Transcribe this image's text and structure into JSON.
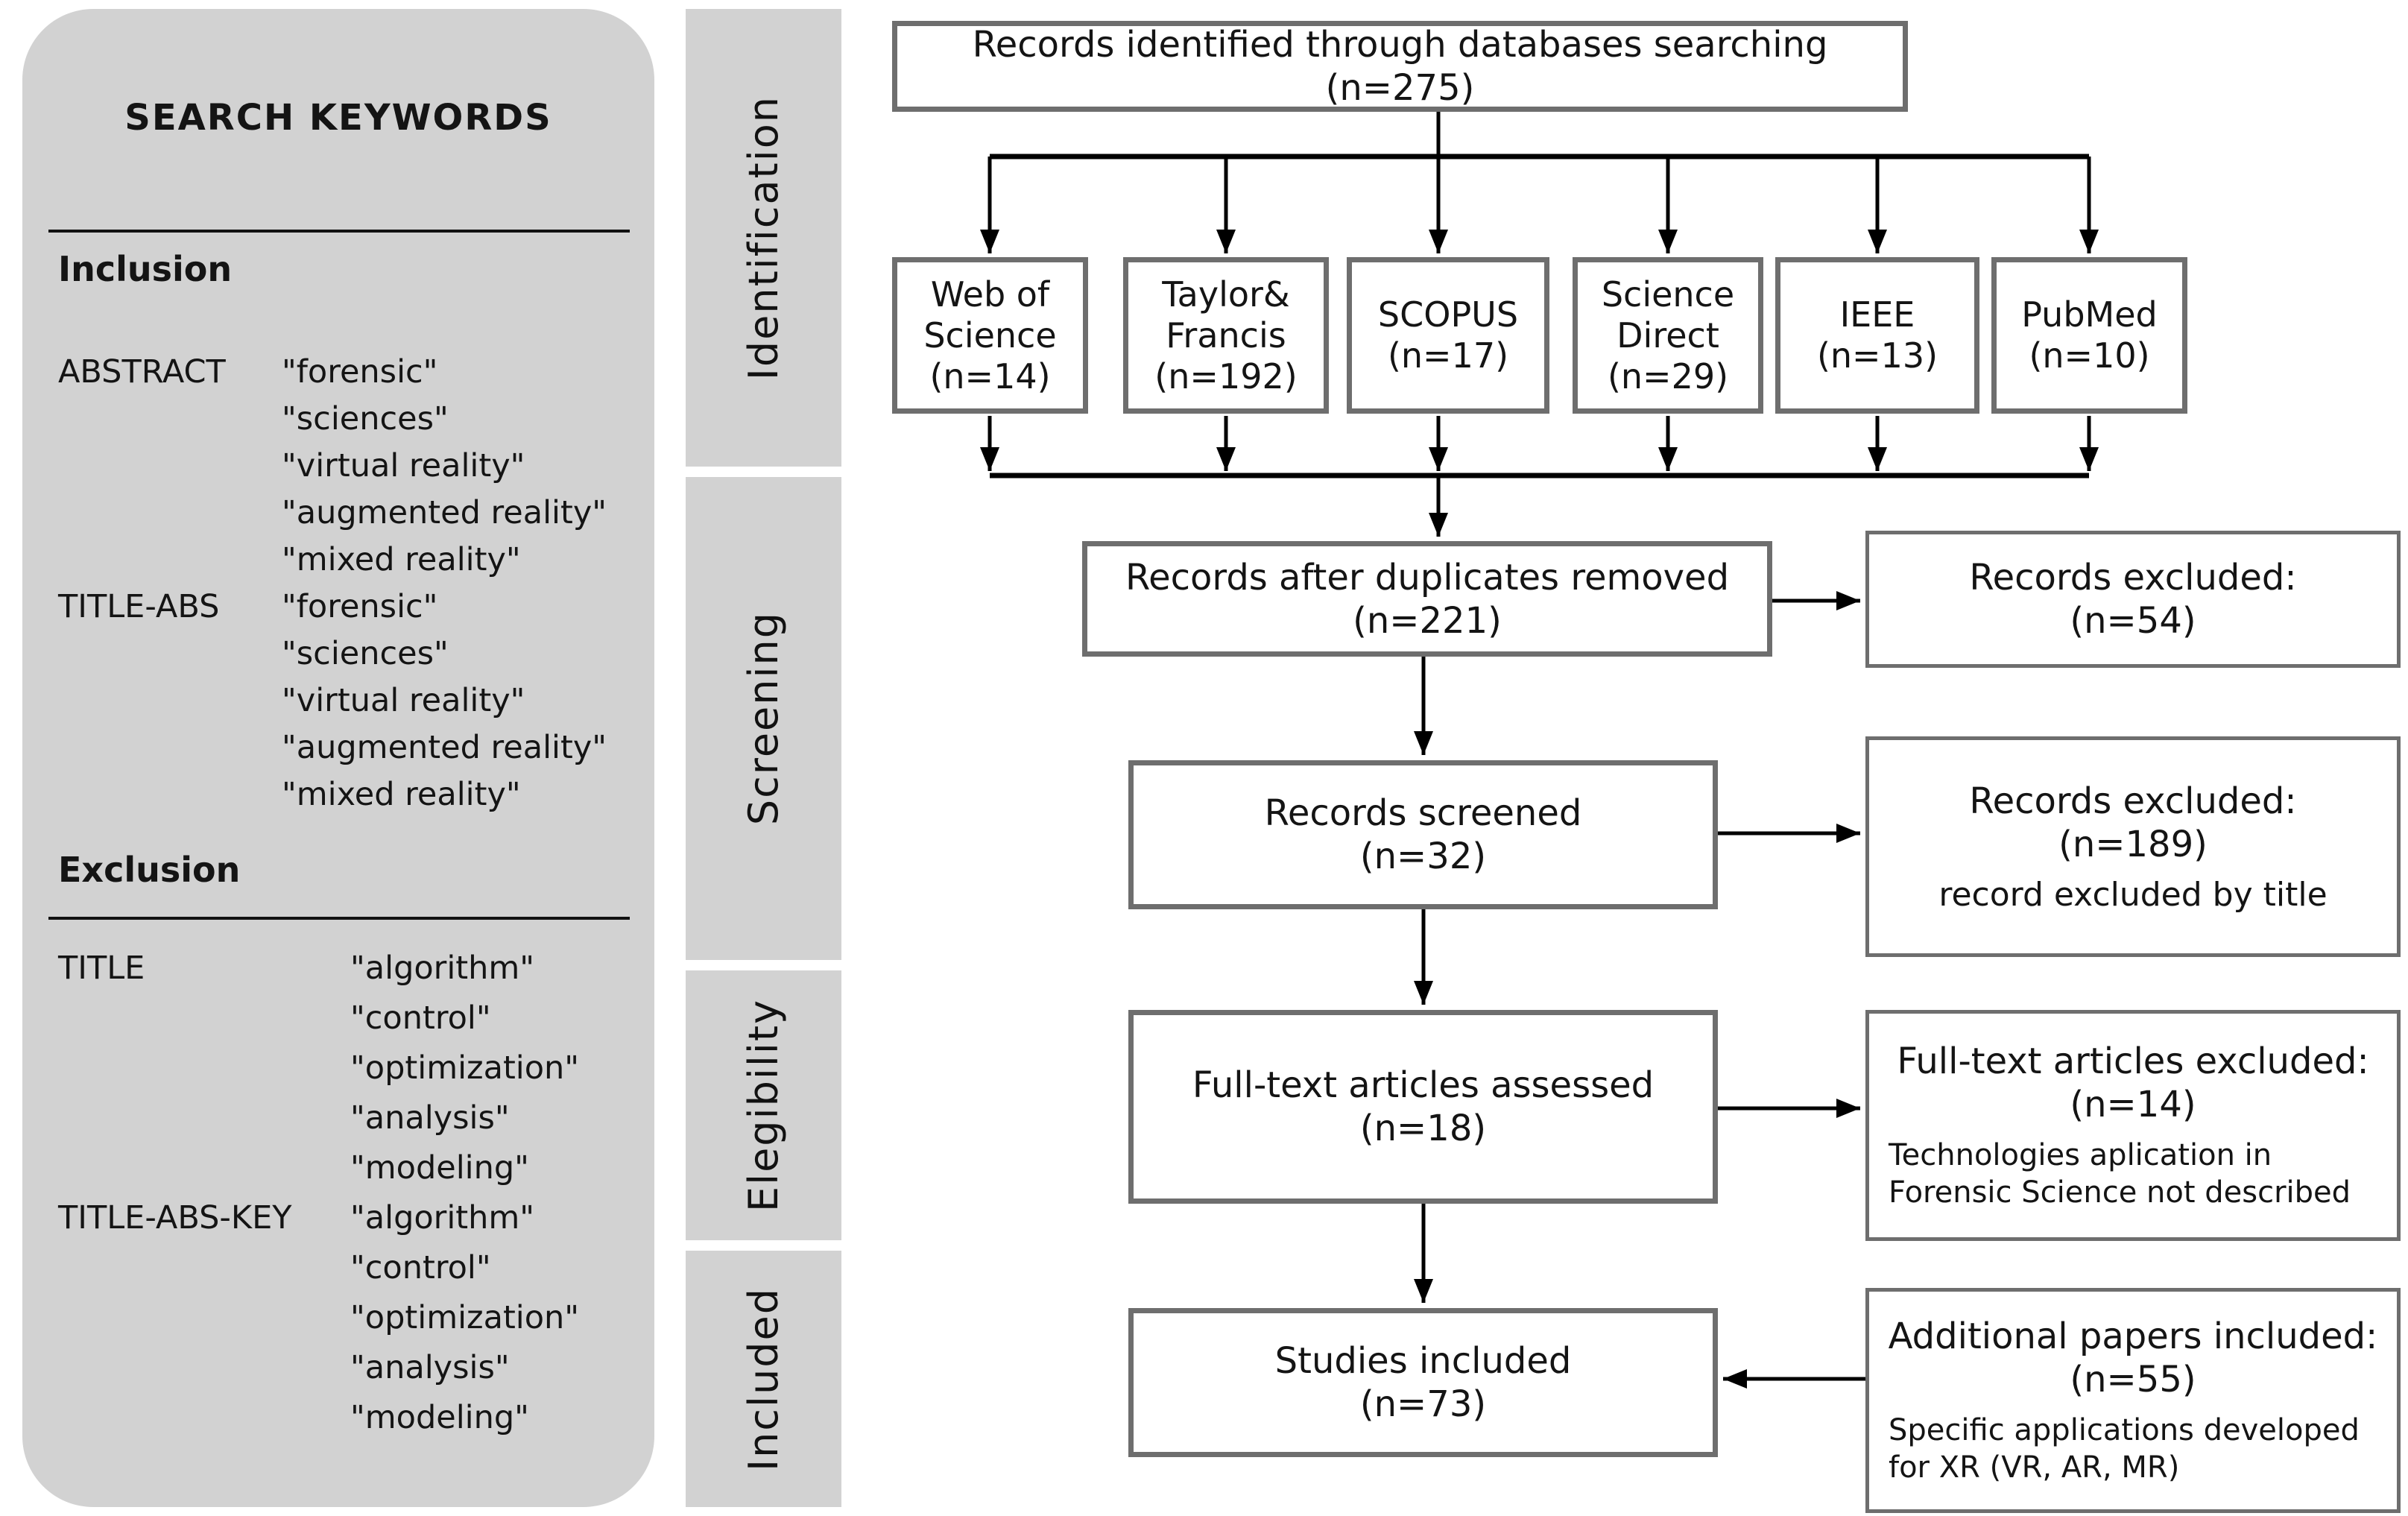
{
  "colors": {
    "panel_gray": "#d2d2d2",
    "box_border": "#6e6e6e",
    "arrow_black": "#000000",
    "text": "#141414"
  },
  "panel": {
    "title": "SEARCH KEYWORDS",
    "inclusion": {
      "heading": "Inclusion",
      "rows": [
        {
          "label": "ABSTRACT",
          "term": "\"forensic\""
        },
        {
          "label": "",
          "term": "\"sciences\""
        },
        {
          "label": "",
          "term": "\"virtual reality\""
        },
        {
          "label": "",
          "term": "\"augmented reality\""
        },
        {
          "label": "",
          "term": "\"mixed reality\""
        },
        {
          "label": "TITLE-ABS",
          "term": "\"forensic\""
        },
        {
          "label": "",
          "term": "\"sciences\""
        },
        {
          "label": "",
          "term": "\"virtual reality\""
        },
        {
          "label": "",
          "term": "\"augmented reality\""
        },
        {
          "label": "",
          "term": "\"mixed reality\""
        }
      ]
    },
    "exclusion": {
      "heading": "Exclusion",
      "rows": [
        {
          "label": "TITLE",
          "term": "\"algorithm\""
        },
        {
          "label": "",
          "term": "\"control\""
        },
        {
          "label": "",
          "term": "\"optimization\""
        },
        {
          "label": "",
          "term": "\"analysis\""
        },
        {
          "label": "",
          "term": "\"modeling\""
        },
        {
          "label": "TITLE-ABS-KEY",
          "term": "\"algorithm\""
        },
        {
          "label": "",
          "term": "\"control\""
        },
        {
          "label": "",
          "term": "\"optimization\""
        },
        {
          "label": "",
          "term": "\"analysis\""
        },
        {
          "label": "",
          "term": "\"modeling\""
        }
      ]
    }
  },
  "stages": [
    {
      "label": "Identification"
    },
    {
      "label": "Screening"
    },
    {
      "label": "Elegibility"
    },
    {
      "label": "Included"
    }
  ],
  "flow": {
    "identified": {
      "line1": "Records identified through databases searching",
      "line2": "(n=275)"
    },
    "databases": [
      {
        "lines": [
          "Web of",
          "Science",
          "(n=14)"
        ]
      },
      {
        "lines": [
          "Taylor&",
          "Francis",
          "(n=192)"
        ]
      },
      {
        "lines": [
          "SCOPUS",
          "(n=17)"
        ]
      },
      {
        "lines": [
          "Science",
          "Direct",
          "(n=29)"
        ]
      },
      {
        "lines": [
          "IEEE",
          "(n=13)"
        ]
      },
      {
        "lines": [
          "PubMed",
          "(n=10)"
        ]
      }
    ],
    "dedup": {
      "line1": "Records after duplicates removed",
      "line2": "(n=221)"
    },
    "excluded_dup": {
      "title": "Records excluded:",
      "n": "(n=54)"
    },
    "screened": {
      "line1": "Records screened",
      "line2": "(n=32)"
    },
    "excluded_screen": {
      "title": "Records excluded:",
      "n": "(n=189)",
      "note": "record excluded by title"
    },
    "fulltext": {
      "line1": "Full-text articles assessed",
      "line2": "(n=18)"
    },
    "excluded_fulltext": {
      "title": "Full-text articles excluded:",
      "n": "(n=14)",
      "note": "Technologies aplication in\nForensic Science not  described"
    },
    "included": {
      "line1": "Studies included",
      "line2": "(n=73)"
    },
    "additional": {
      "title": "Additional papers included:",
      "n": "(n=55)",
      "note": "Specific applications developed\nfor XR (VR, AR, MR)"
    }
  }
}
